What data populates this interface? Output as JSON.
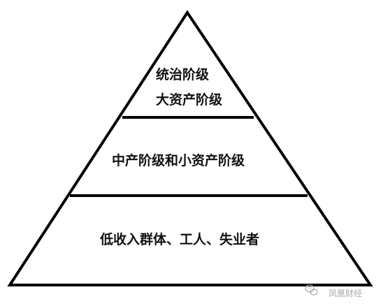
{
  "pyramid": {
    "tiers": [
      {
        "lines": [
          "统治阶级",
          "大资产阶级"
        ]
      },
      {
        "lines": [
          "中产阶级和小资产阶级"
        ]
      },
      {
        "lines": [
          "低收入群体、工人、失业者"
        ]
      }
    ]
  },
  "watermark": {
    "icon": "wechat-bubble-icon",
    "text": "凤凰财经"
  },
  "colors": {
    "stroke": "#000000",
    "text": "#111111",
    "watermark": "#a9a9a9",
    "background": "#ffffff"
  }
}
